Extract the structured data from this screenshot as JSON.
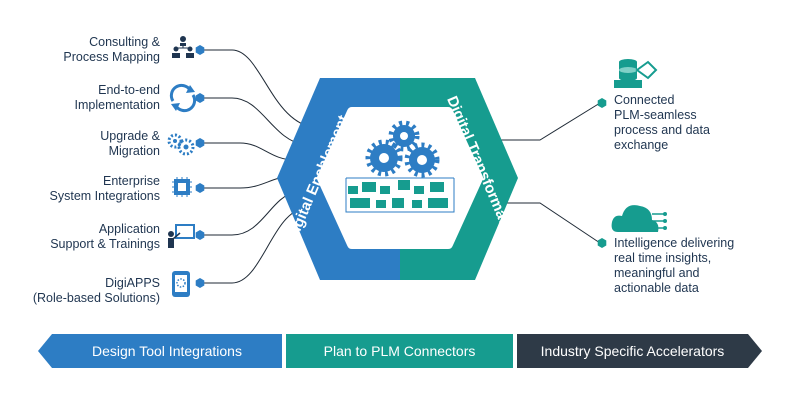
{
  "services": [
    {
      "line1": "Consulting &",
      "line2": "Process Mapping",
      "icon": "people-hierarchy-icon"
    },
    {
      "line1": "End-to-end",
      "line2": "Implementation",
      "icon": "cycle-arrows-icon"
    },
    {
      "line1": "Upgrade &",
      "line2": "Migration",
      "icon": "gears-icon"
    },
    {
      "line1": "Enterprise",
      "line2": "System Integrations",
      "icon": "chip-icon"
    },
    {
      "line1": "Application",
      "line2": "Support & Trainings",
      "icon": "presenter-board-icon"
    },
    {
      "line1": "DigiAPPS",
      "line2": "(Role-based Solutions)",
      "icon": "mobile-app-icon"
    }
  ],
  "hexagon": {
    "left_label": "Digital Enablement",
    "right_label": "Digital Transformation",
    "left_color": "#2d7dc4",
    "right_color": "#169c8f"
  },
  "outcomes": [
    {
      "lines": [
        "Connected",
        "PLM-seamless",
        "process and data",
        "exchange"
      ],
      "icon": "database-network-icon"
    },
    {
      "lines": [
        "Intelligence delivering",
        "real time insights,",
        "meaningful and",
        "actionable data"
      ],
      "icon": "cloud-connect-icon"
    }
  ],
  "bands": [
    {
      "label": "Design Tool Integrations",
      "color": "#2d7dc4"
    },
    {
      "label": "Plan to PLM Connectors",
      "color": "#169c8f"
    },
    {
      "label": "Industry Specific Accelerators",
      "color": "#2e3a47"
    }
  ],
  "colors": {
    "node": "#2d7dc4",
    "line": "#1f2a36",
    "text": "#1f3550",
    "right_node": "#169c8f"
  }
}
